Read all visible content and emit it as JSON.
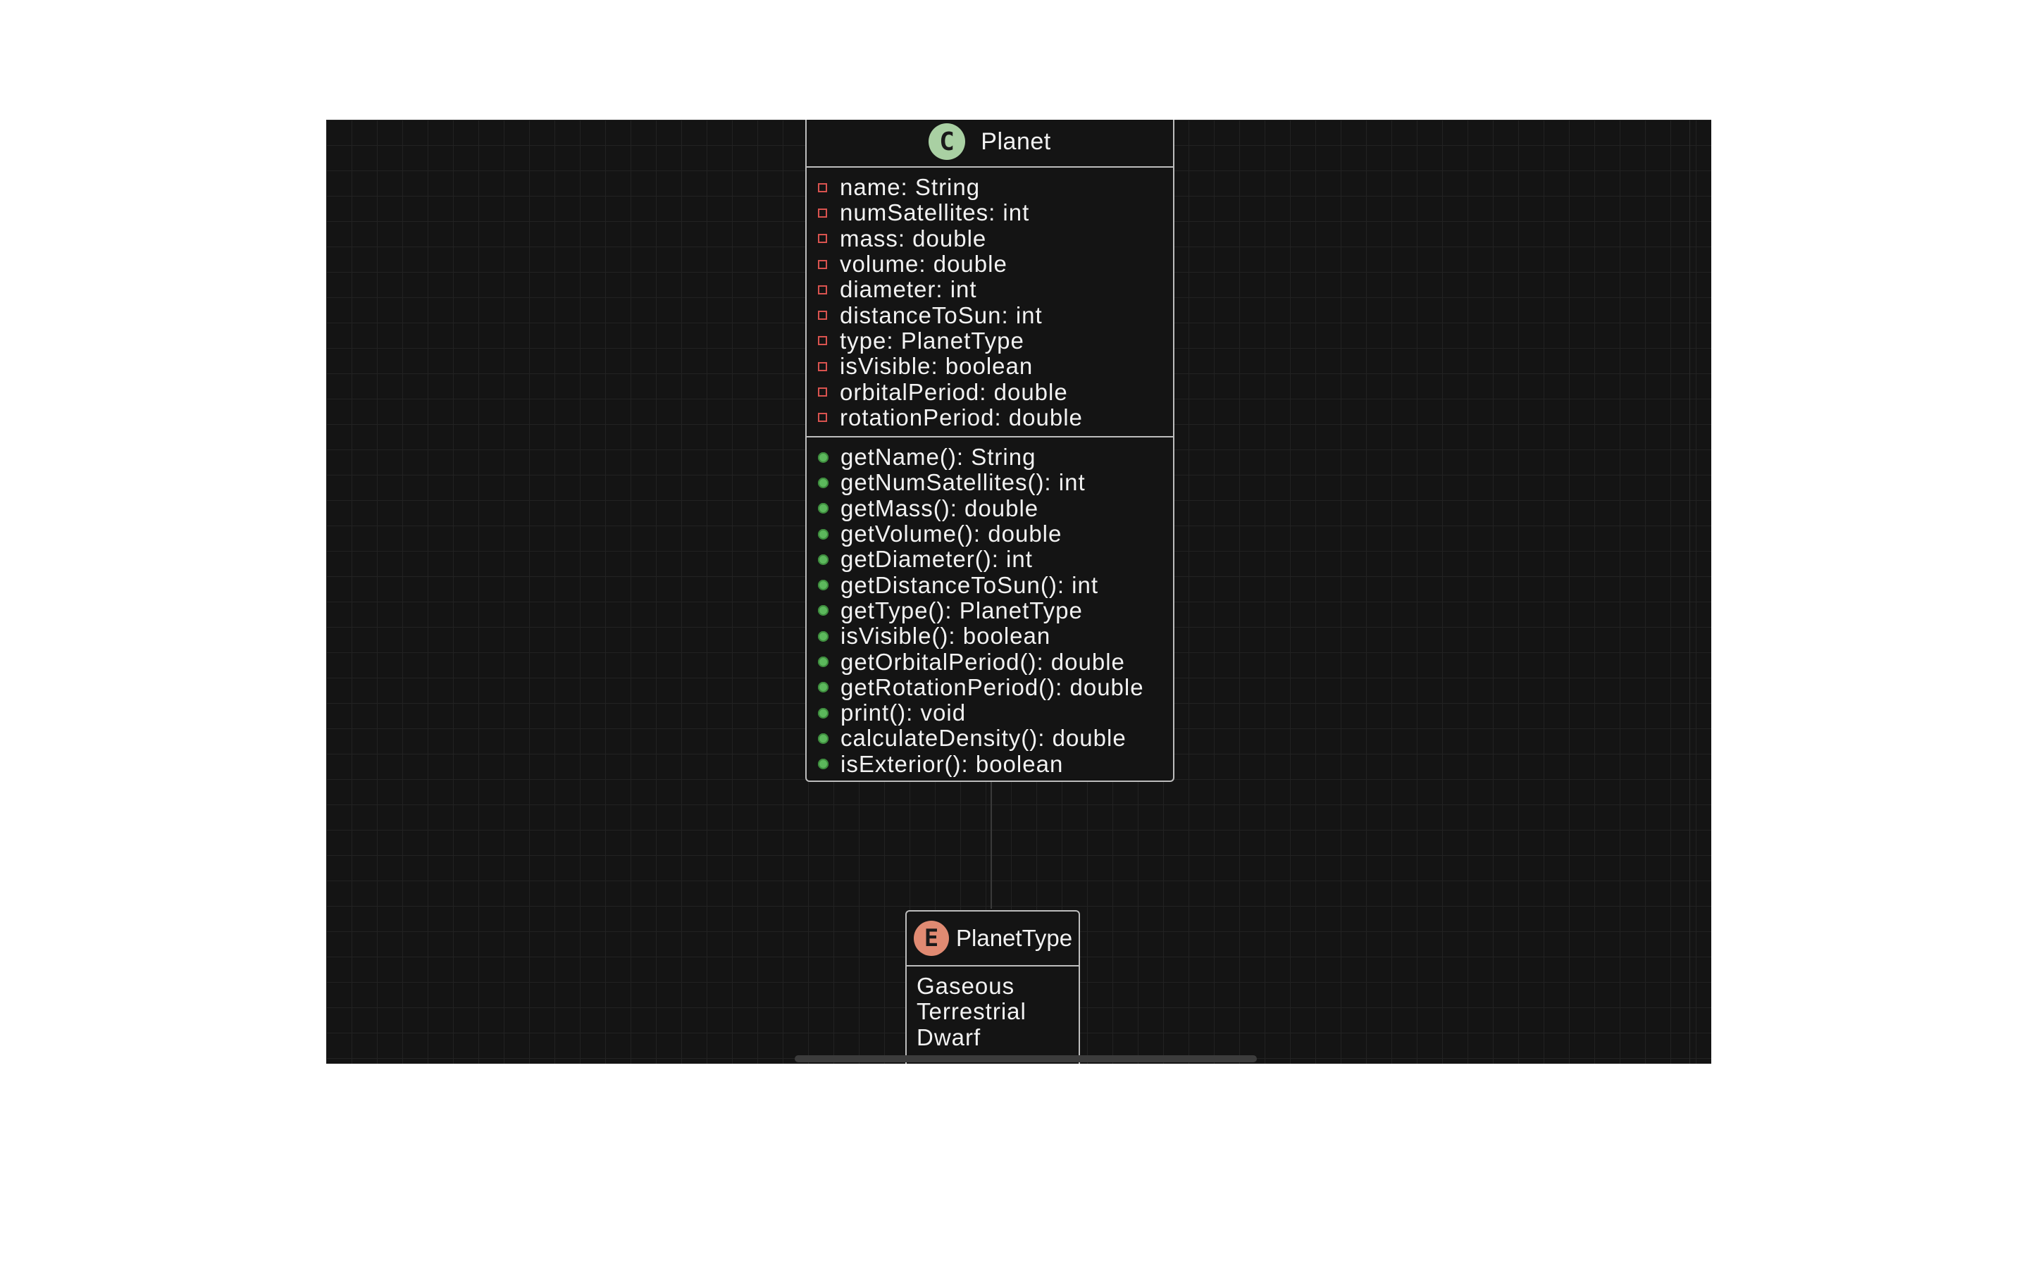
{
  "diagram": {
    "classes": [
      {
        "stereotype": "C",
        "name": "Planet",
        "colors": {
          "badge": "#a9d0a3",
          "private_marker": "#d9534f",
          "public_marker": "#5cb85c"
        },
        "attributes": [
          {
            "visibility": "private",
            "text": "name: String"
          },
          {
            "visibility": "private",
            "text": "numSatellites: int"
          },
          {
            "visibility": "private",
            "text": "mass: double"
          },
          {
            "visibility": "private",
            "text": "volume: double"
          },
          {
            "visibility": "private",
            "text": "diameter: int"
          },
          {
            "visibility": "private",
            "text": "distanceToSun: int"
          },
          {
            "visibility": "private",
            "text": "type: PlanetType"
          },
          {
            "visibility": "private",
            "text": "isVisible: boolean"
          },
          {
            "visibility": "private",
            "text": "orbitalPeriod: double"
          },
          {
            "visibility": "private",
            "text": "rotationPeriod: double"
          }
        ],
        "methods": [
          {
            "visibility": "public",
            "text": "getName(): String"
          },
          {
            "visibility": "public",
            "text": "getNumSatellites(): int"
          },
          {
            "visibility": "public",
            "text": "getMass(): double"
          },
          {
            "visibility": "public",
            "text": "getVolume(): double"
          },
          {
            "visibility": "public",
            "text": "getDiameter(): int"
          },
          {
            "visibility": "public",
            "text": "getDistanceToSun(): int"
          },
          {
            "visibility": "public",
            "text": "getType(): PlanetType"
          },
          {
            "visibility": "public",
            "text": "isVisible(): boolean"
          },
          {
            "visibility": "public",
            "text": "getOrbitalPeriod(): double"
          },
          {
            "visibility": "public",
            "text": "getRotationPeriod(): double"
          },
          {
            "visibility": "public",
            "text": "print(): void"
          },
          {
            "visibility": "public",
            "text": "calculateDensity(): double"
          },
          {
            "visibility": "public",
            "text": "isExterior(): boolean"
          }
        ]
      }
    ],
    "enums": [
      {
        "stereotype": "E",
        "name": "PlanetType",
        "colors": {
          "badge": "#e08a72"
        },
        "values": [
          "Gaseous",
          "Terrestrial",
          "Dwarf"
        ]
      }
    ],
    "relations": [
      {
        "from": "Planet",
        "to": "PlanetType",
        "kind": "association"
      }
    ],
    "theme": {
      "canvas": "#141414",
      "grid": "#222222",
      "border": "#bdbdbd",
      "text": "#f2f2f2"
    }
  }
}
